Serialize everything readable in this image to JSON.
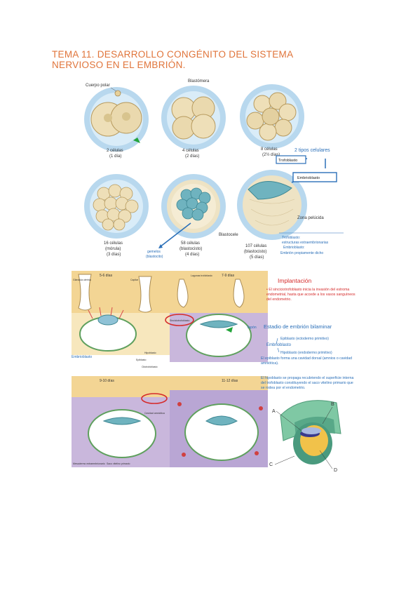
{
  "document": {
    "title": "TEMA 11. DESARROLLO CONGÉNITO DEL SISTEMA NERVIOSO EN EL EMBRIÓN."
  },
  "top_figure": {
    "labels": {
      "corpus_polar": "Cuerpo polar",
      "blastomera": "Blastómera",
      "c2": "2 células",
      "c2_day": "(1 día)",
      "c4": "4 células",
      "c4_day": "(2 días)",
      "c8": "8 células",
      "c8_day": "(2½ días)",
      "c16": "16 células",
      "c16_sub": "(mórula)",
      "c16_day": "(3 días)",
      "c58": "58 células",
      "c58_sub": "(blastocisto)",
      "c58_day": "(4 días)",
      "c107": "107 células",
      "c107_sub": "(blastocisto)",
      "c107_day": "(5 días)",
      "blastocele": "Blastocele",
      "zona_pelucida": "Zona pelúcida",
      "dos_tipos": "2 tipos celulares",
      "trofoblasto": "Trofoblasto",
      "embrioblasto": "Embrioblasto",
      "gemelos_1": "gemelos",
      "gemelos_2": "(blastocito)"
    },
    "note_box": {
      "line1": "Trofoblasto:",
      "line2": "estructuras extraembrionarias",
      "line3": "Embrioblasto:",
      "line4": "Embrión propiamente dicho"
    },
    "colors": {
      "zona": "#b8d8ee",
      "cell": "#eedfb8",
      "accent_blue": "#2a6fb8",
      "inner_mass": "#6fb3bf"
    }
  },
  "bottom_figure": {
    "labels": {
      "d56": "5-6 días",
      "d79": "7-9 días",
      "d910": "9-10 días",
      "d1112": "11-12 días",
      "glandula": "Glándula uterina",
      "capilar": "Capilar",
      "lagunas": "Lagunas trofoblasto",
      "sinciciotrofoblasto": "Sinciciotrofoblasto",
      "citotrofoblasto": "Citotrofoblasto",
      "hipoblasto": "Hipoblasto",
      "epiblasto": "Epiblasto",
      "cavidad_amniotica": "Cavidad amniótica",
      "saco_vitelino": "Saco vitelino primario",
      "mesodermo": "Mesodermo extraembrionario",
      "embrioblasto_left": "Embrioblasto",
      "tapon": "Tapón"
    }
  },
  "notes": {
    "heading": "Implantación",
    "p1": "• El sinciciotrofoblasto inicia la invasión del estroma endometrial, hasta que accede a los vasos sanguíneos del endometrio.",
    "subheading": "Estadio de embrión bilaminar",
    "epiblasto": "Epiblasto (ectodermo primitivo)",
    "embrioblasto": "Embrioblasto",
    "hipoblasto": "Hipoblasto (endodermo primitivo)",
    "p2": "El epiblasto forma una cavidad dorsal (amnios o cavidad amniótica).",
    "p3": "El hipoblasto se propaga recubriendo el superficie interna del trofoblasto constituyendo el saco vitelino primario que se rodea por el endometrio.",
    "letters": [
      "A",
      "B",
      "C",
      "D"
    ]
  }
}
